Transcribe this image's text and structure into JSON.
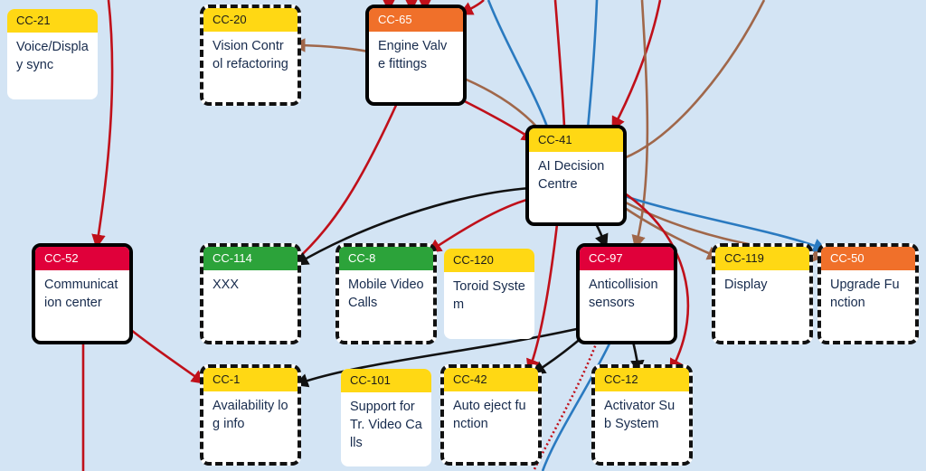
{
  "colors": {
    "background": "#d3e4f4",
    "yellow": "#ffd814",
    "orange": "#f0702a",
    "red": "#e0003a",
    "green": "#2ca33a",
    "edge_red": "#c0101a",
    "edge_blue": "#2a7ac0",
    "edge_brown": "#a0674a",
    "edge_black": "#111111"
  },
  "cards": [
    {
      "key": "CC-21",
      "label": "CC-21",
      "title": "Voice/Display sync",
      "color": "yellow",
      "style": "plain"
    },
    {
      "key": "CC-20",
      "label": "CC-20",
      "title": "Vision Control refactoring",
      "color": "yellow",
      "style": "dashed"
    },
    {
      "key": "CC-65",
      "label": "CC-65",
      "title": "Engine Valve fittings",
      "color": "orange",
      "style": "bold"
    },
    {
      "key": "CC-41",
      "label": "CC-41",
      "title": "AI Decision Centre",
      "color": "yellow",
      "style": "bold"
    },
    {
      "key": "CC-52",
      "label": "CC-52",
      "title": "Communication center",
      "color": "red",
      "style": "bold"
    },
    {
      "key": "CC-114",
      "label": "CC-114",
      "title": "XXX",
      "color": "green",
      "style": "dashed"
    },
    {
      "key": "CC-8",
      "label": "CC-8",
      "title": "Mobile Video Calls",
      "color": "green",
      "style": "dashed"
    },
    {
      "key": "CC-120",
      "label": "CC-120",
      "title": "Toroid System",
      "color": "yellow",
      "style": "plain"
    },
    {
      "key": "CC-97",
      "label": "CC-97",
      "title": "Anticollision sensors",
      "color": "red",
      "style": "bold"
    },
    {
      "key": "CC-119",
      "label": "CC-119",
      "title": "Display",
      "color": "yellow",
      "style": "dashed"
    },
    {
      "key": "CC-50",
      "label": "CC-50",
      "title": "Upgrade Function",
      "color": "orange",
      "style": "dashed"
    },
    {
      "key": "CC-1",
      "label": "CC-1",
      "title": "Availability log info",
      "color": "yellow",
      "style": "dashed"
    },
    {
      "key": "CC-101",
      "label": "CC-101",
      "title": "Support for Tr. Video Calls",
      "color": "yellow",
      "style": "plain"
    },
    {
      "key": "CC-42",
      "label": "CC-42",
      "title": "Auto eject function",
      "color": "yellow",
      "style": "dashed"
    },
    {
      "key": "CC-12",
      "label": "CC-12",
      "title": "Activator Sub System",
      "color": "yellow",
      "style": "dashed"
    }
  ],
  "edges": [
    {
      "from": "CC-65",
      "to": "CC-41",
      "kind": "red"
    },
    {
      "from": "CC-65",
      "to": "CC-114",
      "kind": "red"
    },
    {
      "from": "CC-41",
      "to": "CC-20",
      "kind": "brown"
    },
    {
      "from": "CC-41",
      "to": "CC-114",
      "kind": "black"
    },
    {
      "from": "CC-41",
      "to": "CC-8",
      "kind": "red"
    },
    {
      "from": "CC-41",
      "to": "CC-97",
      "kind": "black"
    },
    {
      "from": "CC-41",
      "to": "CC-119",
      "kind": "brown"
    },
    {
      "from": "CC-41",
      "to": "CC-50",
      "kind": "brown"
    },
    {
      "from": "CC-41",
      "to": "CC-50",
      "kind": "blue"
    },
    {
      "from": "CC-41",
      "to": "CC-12",
      "kind": "red"
    },
    {
      "from": "CC-52",
      "to": "CC-1",
      "kind": "red"
    },
    {
      "from": "CC-97",
      "to": "CC-1",
      "kind": "black"
    },
    {
      "from": "CC-97",
      "to": "CC-42",
      "kind": "black"
    },
    {
      "from": "CC-97",
      "to": "CC-12",
      "kind": "black"
    },
    {
      "from": "CC-41",
      "to": "CC-42",
      "kind": "red"
    }
  ]
}
